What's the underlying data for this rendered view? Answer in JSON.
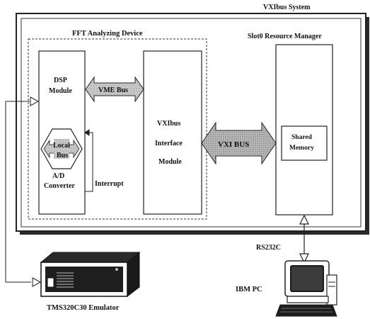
{
  "labels": {
    "system_title": "VXIbus System",
    "fft_title": "FFT Analyzing Device",
    "slot0_title": "Slot0 Resource Manager",
    "dsp_line1": "DSP",
    "dsp_line2": "Module",
    "vme_bus": "VME Bus",
    "local_bus_line1": "Local",
    "local_bus_line2": "Bus",
    "ad_line1": "A/D",
    "ad_line2": "Converter",
    "interrupt": "Interrupt",
    "vxi_iface_line1": "VXIbus",
    "vxi_iface_line2": "Interface",
    "vxi_iface_line3": "Module",
    "vxi_bus": "VXI BUS",
    "shared_line1": "Shared",
    "shared_line2": "Memory",
    "rs232c": "RS232C",
    "ibm_pc": "IBM PC",
    "emulator": "TMS320C30 Emulator"
  }
}
